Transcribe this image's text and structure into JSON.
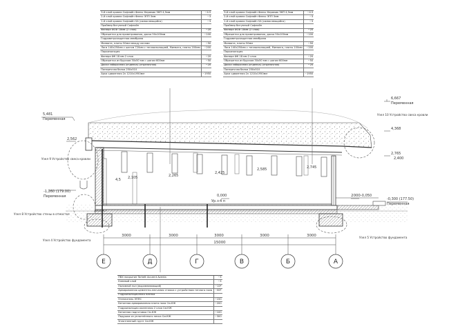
{
  "roof_table_left": [
    {
      "text": "3-й слой кровли Софлайн Флекс Керамик ЭКП 4,5мм",
      "value": "~4.5"
    },
    {
      "text": "2-й слой кровли Софлайн Флекс ЭПП 3мм",
      "value": "~3"
    },
    {
      "text": "1-й слой кровли Софлайн SA (самоклеящийся)",
      "value": "~3"
    },
    {
      "text": "Праймер битумный Софлайн",
      "value": ""
    },
    {
      "text": "Фанера ФСФ 18мм (2 слоя)",
      "value": "~20"
    },
    {
      "text": "Обрешетка для проветривания, доска 50х100мм",
      "value": "~100"
    },
    {
      "text": "Гидроветрозащитная мембрана",
      "value": ""
    },
    {
      "text": "Минвата, плиты 50мм между лагами",
      "value": "~50"
    },
    {
      "text": "Лаги 140х250мм с шагом 720мм с теплоизоляцией, Минвата, плиты 200мм",
      "value": "~200"
    },
    {
      "text": "Пароизоляция",
      "value": ""
    },
    {
      "text": "Фанера ФК 18 мм 2 слоя",
      "value": "~20"
    },
    {
      "text": "Обрешетка из брусков 50х50 мм с шагом 600мм",
      "value": "~50"
    },
    {
      "text": "Доска заборочная (отделка) (отделочная)",
      "value": "~20"
    },
    {
      "text": "Поперечная балка 250х510",
      "value": ""
    },
    {
      "text": "Арка сдвоенная 2х 1210х1950мм",
      "value": "~1950"
    }
  ],
  "roof_table_right": [
    {
      "text": "3-й слой кровли Софлайн Флекс Керамик ЭКП 4,5мм",
      "value": "~4.5"
    },
    {
      "text": "2-й слой кровли Софлайн Флекс ЭПП 3мм",
      "value": "~3"
    },
    {
      "text": "1-й слой кровли Софлайн SA (самоклеящийся)",
      "value": "~3"
    },
    {
      "text": "Праймер битумный Софлайн",
      "value": ""
    },
    {
      "text": "Фанера ФСФ 18мм (2 слоя)",
      "value": "~20"
    },
    {
      "text": "Обрешетка для проветривания, доска 50х100мм",
      "value": "~100"
    },
    {
      "text": "Гидроветрозащитная мембрана",
      "value": ""
    },
    {
      "text": "Минвата, плиты 50мм",
      "value": "~50"
    },
    {
      "text": "Лаги 140х250мм с теплоизоляцией, Минвата, плиты 100мм",
      "value": "~200"
    },
    {
      "text": "Пароизоляция",
      "value": ""
    },
    {
      "text": "Фанера ФК 18 мм 2 слоя",
      "value": "~20"
    },
    {
      "text": "Обрешетка из брусков 50х50 мм с шагом 600мм",
      "value": "~50"
    },
    {
      "text": "Доска заборочная (отделка) (отделочная)",
      "value": "~20"
    },
    {
      "text": "Поперечная балка 250х510",
      "value": ""
    },
    {
      "text": "Арка сдвоенная 2х 1210х1950мм",
      "value": "~1950"
    }
  ],
  "floor_table": [
    {
      "text": "ПВХ покрытие Tarkett Acczent Aventa",
      "value": "~3"
    },
    {
      "text": "Клеевой слой",
      "value": "~3"
    },
    {
      "text": "Наливной пол (выравнивающий)",
      "value": "~10*"
    },
    {
      "text": "Армированная цементно-песчаная стяжка с устройством теплого пола",
      "value": "~60*"
    },
    {
      "text": "Гидроизоляционная пленка",
      "value": ""
    },
    {
      "text": "Утеплитель ЭППС",
      "value": "~150"
    },
    {
      "text": "Бетонная армированная плита пола См.КЖ",
      "value": "~200"
    },
    {
      "text": "Гидроизоляция оклеечная 2 слоя См.КЖ",
      "value": ""
    },
    {
      "text": "Бетонная подготовка См.КЖ",
      "value": "~100"
    },
    {
      "text": "Подушка из уплотнённого песка См.КЖ",
      "value": "~300"
    },
    {
      "text": "Уплотненный грунт См.КЖ",
      "value": ""
    }
  ],
  "elevations": {
    "roof_top_right": "6,667",
    "roof_top_right_note": "Переменная",
    "roof_mid_right": "4,368",
    "eave_right_a": "2,765",
    "eave_right_b": "2,400",
    "roof_left": "5,481",
    "roof_left_note": "Переменная",
    "eave_left": "2,562",
    "beam_1": "2,105",
    "beam_2": "2,265",
    "beam_3": "2,425",
    "beam_4": "2,585",
    "beam_5": "2,745",
    "wall_left": "4,5",
    "ground_left": "-1,260 (179.00)",
    "ground_left_note": "Переменная",
    "floor_zero": "0,000",
    "floor_marker": "Ур.+4 п",
    "step_right": "-0,050",
    "ground_right": "-0,300 (177.50)",
    "ground_right_note": "Переменная"
  },
  "callouts": {
    "node9": "Узел 9 Устройство свеса кровли",
    "node10": "Узел 10 Устройство свеса кровли",
    "node8": "Узел 8 Устройство стены в отмостке",
    "node4": "Узел 4 Устройство фундамента",
    "node5": "Узел 5 Устройство фундамента"
  },
  "dimensions": {
    "spans": [
      "3000",
      "3000",
      "3000",
      "3000",
      "3000"
    ],
    "total": "15000",
    "overhang": "2000"
  },
  "axes": [
    "Е",
    "Д",
    "Г",
    "В",
    "Б",
    "А"
  ]
}
